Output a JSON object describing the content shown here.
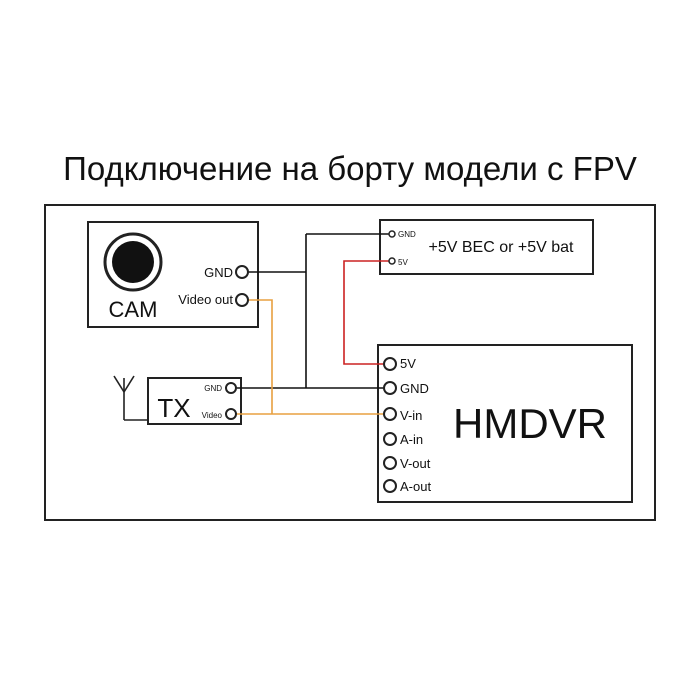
{
  "title": "Подключение на борту модели с FPV",
  "camera": {
    "label": "CAM",
    "pins": {
      "gnd": "GND",
      "video_out": "Video out"
    }
  },
  "transmitter": {
    "label": "TX",
    "pins": {
      "gnd": "GND",
      "video": "Video"
    }
  },
  "power": {
    "label": "+5V BEC or +5V bat",
    "pins": {
      "gnd": "GND",
      "v5": "5V"
    }
  },
  "recorder": {
    "label": "HMDVR",
    "pins": [
      "5V",
      "GND",
      "V-in",
      "A-in",
      "V-out",
      "A-out"
    ]
  },
  "wire_colors": {
    "ground": "#111111",
    "power": "#cc2222",
    "video": "#e8a040"
  }
}
